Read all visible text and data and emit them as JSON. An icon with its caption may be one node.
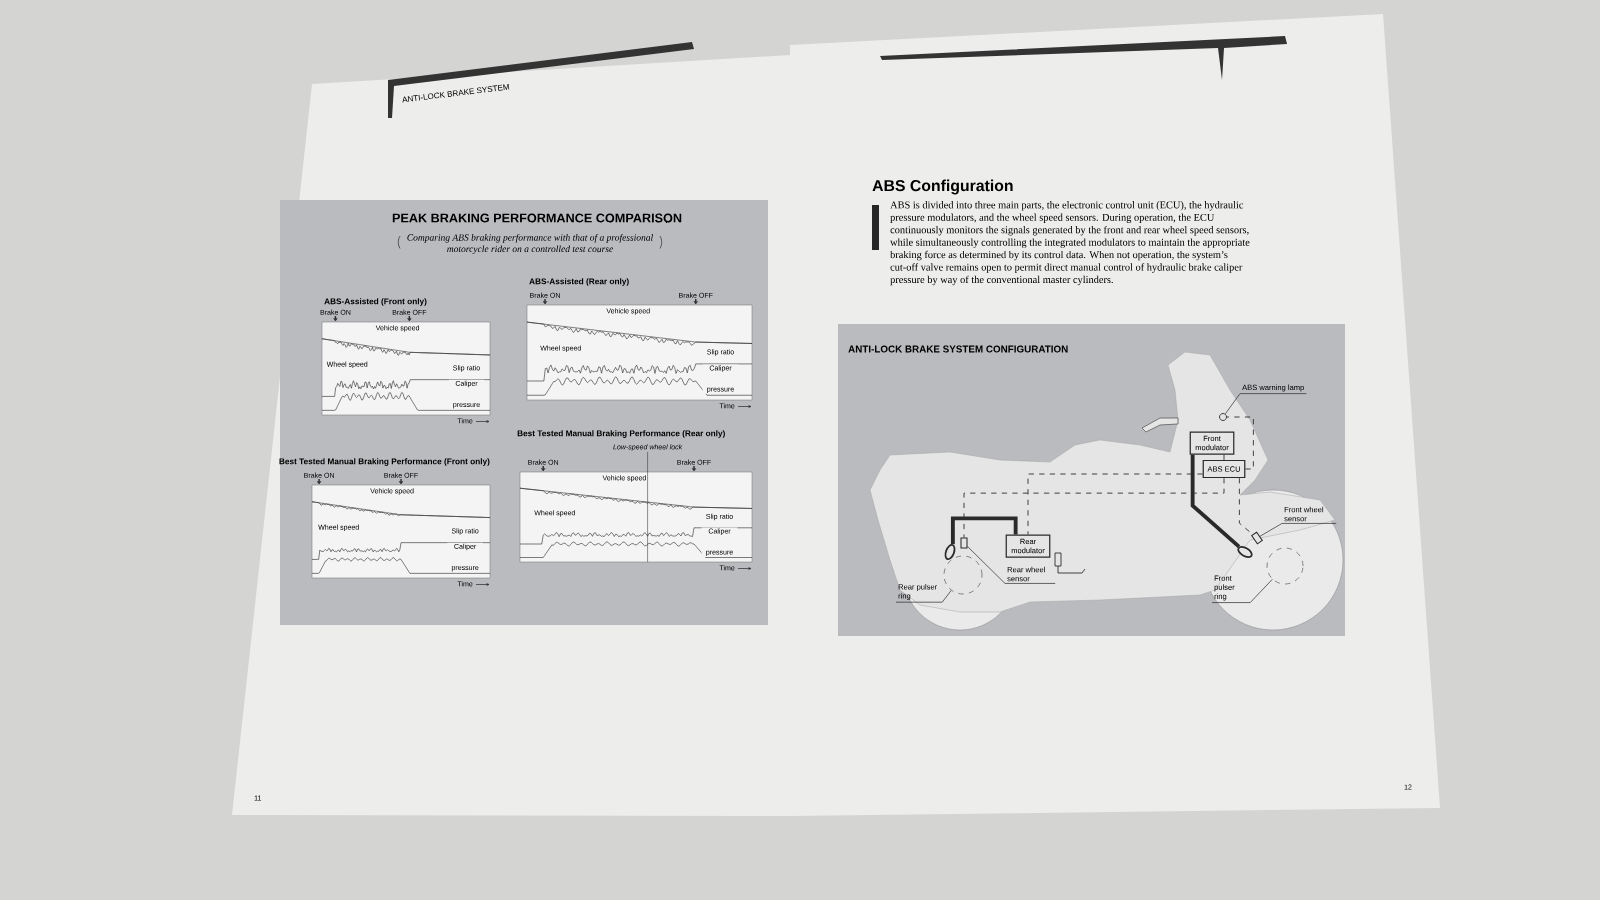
{
  "diagram": {
    "nodes": [
      {
        "text": [
          "PEAK BRAKING PERFORMANCE COMPARISON",
          "Comparing ABS braking performance with that of a professional motorcycle rider on a controlled test course"
        ]
      },
      {
        "text": [
          "ABS-Assisted (Front only)",
          "Brake ON",
          "Brake OFF",
          "Vehicle speed",
          "Wheel speed",
          "Slip ratio",
          "Caliper pressure",
          "Time"
        ],
        "in": 0
      },
      {
        "text": [
          "ABS-Assisted (Rear only)",
          "Brake ON",
          "Brake OFF",
          "Vehicle speed",
          "Wheel speed",
          "Slip ratio",
          "Caliper pressure",
          "Time"
        ],
        "in": 0
      },
      {
        "text": [
          "Best Tested Manual Braking Performance (Front only)",
          "Brake ON",
          "Brake OFF",
          "Vehicle speed",
          "Wheel speed",
          "Slip ratio",
          "Caliper pressure",
          "Time"
        ],
        "in": 0
      },
      {
        "text": [
          "Best Tested Manual Braking Performance (Rear only)",
          "Brake ON",
          "Brake OFF",
          "Vehicle speed",
          "Wheel speed",
          "Slip ratio",
          "Caliper pressure",
          "Time",
          "Low-speed wheel lock"
        ],
        "in": 0
      },
      {
        "text": [
          "ANTI-LOCK BRAKE SYSTEM CONFIGURATION"
        ]
      },
      {
        "text": [
          "ABS warning lamp"
        ],
        "in": 5
      },
      {
        "text": [],
        "shape": "circle",
        "in": 5
      },
      {
        "text": [
          "Front modulator"
        ],
        "in": 5
      },
      {
        "text": [
          "ABS ECU"
        ],
        "in": 5
      },
      {
        "text": [
          "Front wheel sensor"
        ],
        "in": 5
      },
      {
        "text": [],
        "shape": "box",
        "in": 5
      },
      {
        "text": [],
        "shape": "circle",
        "in": 5
      },
      {
        "text": [
          "Rear modulator"
        ],
        "in": 5
      },
      {
        "text": [
          "Rear wheel sensor"
        ],
        "in": 5
      },
      {
        "text": [],
        "shape": "box",
        "in": 5
      },
      {
        "text": [],
        "shape": "circle",
        "in": 5
      },
      {
        "text": [
          "Rear pulser ring"
        ],
        "in": 5
      },
      {
        "text": [],
        "shape": "circle",
        "in": 5
      },
      {
        "text": [
          "Front pulser ring"
        ],
        "in": 5
      },
      {
        "text": [],
        "shape": "circle",
        "in": 5
      }
    ],
    "edges": [
      {
        "from": 6,
        "to": 7,
        "arrow": "none"
      },
      {
        "from": 10,
        "to": 11,
        "arrow": "none"
      },
      {
        "from": 14,
        "to": 15,
        "arrow": "none"
      },
      {
        "from": 17,
        "to": 18,
        "arrow": "none"
      },
      {
        "from": 19,
        "to": 20,
        "arrow": "none"
      },
      {
        "from": 9,
        "to": 7,
        "arrow": "none",
        "style": "dashed"
      },
      {
        "from": 9,
        "to": 8,
        "arrow": "none",
        "style": "dashed"
      },
      {
        "from": 9,
        "to": 13,
        "arrow": "none",
        "style": "dashed"
      },
      {
        "from": 9,
        "to": 15,
        "arrow": "none",
        "style": "dashed"
      },
      {
        "from": 9,
        "to": 11,
        "arrow": "none",
        "style": "dashed"
      },
      {
        "from": 8,
        "to": 12,
        "arrow": "none",
        "style": "thick"
      },
      {
        "from": 13,
        "to": 16,
        "arrow": "none",
        "style": "thick"
      }
    ],
    "labels": [
      "ANTI-LOCK BRAKE SYSTEM",
      "ABS Configuration",
      "ABS is divided into three main parts, the electronic control unit (ECU), the hydraulic pressure modulators, and the wheel speed sensors. During operation, the ECU continuously monitors the signals generated by the front and rear wheel speed sensors, while simultaneously controlling the integrated modulators to maintain the appropriate braking force as determined by its control data. When not operation, the system’s cut-off valve remains open to permit direct manual control of hydraulic brake caliper pressure by way of the conventional master cylinders.",
      "11",
      "12"
    ]
  }
}
